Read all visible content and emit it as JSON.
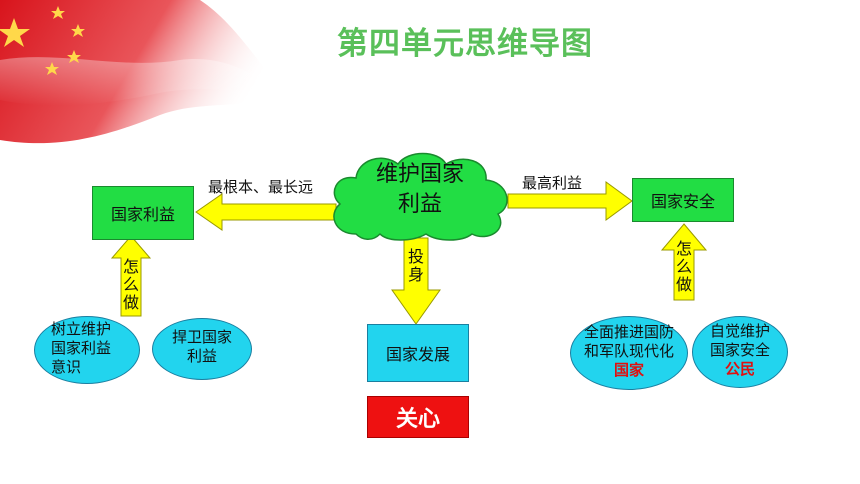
{
  "title": "第四单元思维导图",
  "center": {
    "line1": "维护国家",
    "line2": "利益"
  },
  "left_box": "国家利益",
  "right_box": "国家安全",
  "bottom_box": "国家发展",
  "arrow_left_label": "最根本、最长远",
  "arrow_right_label": "最高利益",
  "arrow_down_label": [
    "投",
    "身"
  ],
  "arrow_up_left_label": [
    "怎",
    "么",
    "做"
  ],
  "arrow_up_right_label": [
    "怎",
    "么",
    "做"
  ],
  "left_ellipse_1": [
    "树立维护",
    "国家利益",
    "意识"
  ],
  "left_ellipse_2": [
    "捍卫国家",
    "利益"
  ],
  "right_ellipse_1": {
    "lines": [
      "全面推进国防",
      "和军队现代化"
    ],
    "emph": "国家"
  },
  "right_ellipse_2": {
    "lines": [
      "自觉维护",
      "国家安全"
    ],
    "emph": "公民"
  },
  "care_box": "关心",
  "colors": {
    "title_green": "#5ac05a",
    "box_green": "#22dd44",
    "cyan": "#22d4ee",
    "arrow_yellow": "#ffff00",
    "red": "#ee1111",
    "emph_red": "#e01010"
  },
  "icons": [
    "flag-decoration",
    "cloud-shape"
  ]
}
